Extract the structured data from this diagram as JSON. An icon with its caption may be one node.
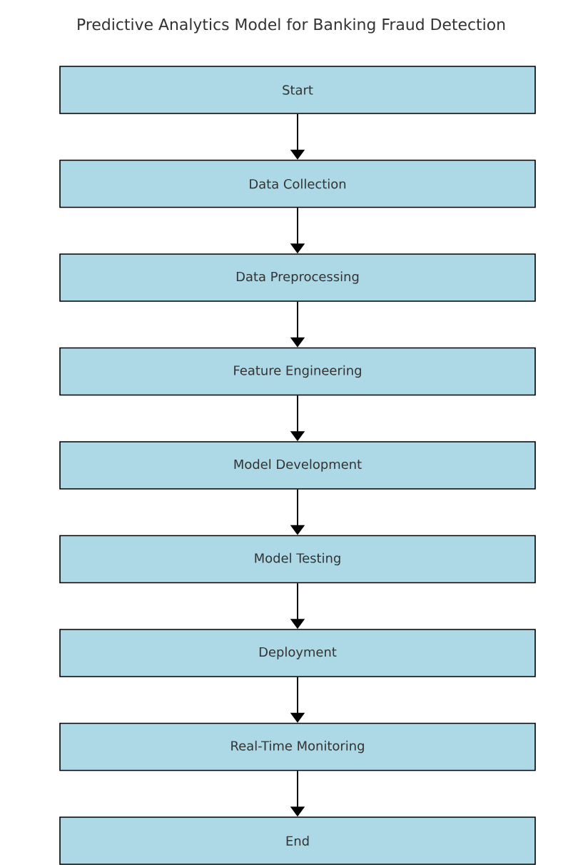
{
  "diagram": {
    "title": "Predictive Analytics Model for Banking Fraud Detection",
    "nodes": [
      {
        "text": [
          "Start"
        ]
      },
      {
        "text": [
          "Data Collection"
        ]
      },
      {
        "text": [
          "Data Preprocessing"
        ]
      },
      {
        "text": [
          "Feature Engineering"
        ]
      },
      {
        "text": [
          "Model Development"
        ]
      },
      {
        "text": [
          "Model Testing"
        ]
      },
      {
        "text": [
          "Deployment"
        ]
      },
      {
        "text": [
          "Real-Time Monitoring"
        ]
      },
      {
        "text": [
          "End"
        ]
      }
    ],
    "edges": [
      {
        "from": 0,
        "to": 1,
        "arrow": "to"
      },
      {
        "from": 1,
        "to": 2,
        "arrow": "to"
      },
      {
        "from": 2,
        "to": 3,
        "arrow": "to"
      },
      {
        "from": 3,
        "to": 4,
        "arrow": "to"
      },
      {
        "from": 4,
        "to": 5,
        "arrow": "to"
      },
      {
        "from": 5,
        "to": 6,
        "arrow": "to"
      },
      {
        "from": 6,
        "to": 7,
        "arrow": "to"
      },
      {
        "from": 7,
        "to": 8,
        "arrow": "to"
      }
    ]
  }
}
